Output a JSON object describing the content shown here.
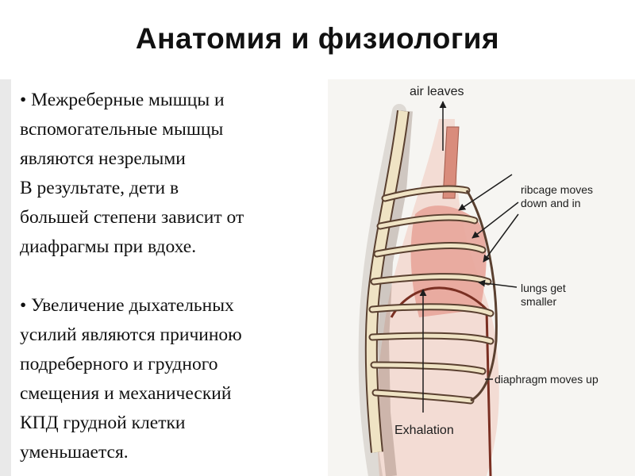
{
  "header": {
    "title": "Анатомия и физиология"
  },
  "content": {
    "paragraphs": [
      {
        "lines": [
          "• Межреберные мышцы и",
          "вспомогательные мышцы",
          "являются незрелыми",
          "В результате, дети в",
          "большей степени зависит от",
          "диафрагмы при вдохе."
        ]
      },
      {
        "lines": [
          "• Увеличение дыхательных",
          "усилий являются причиною",
          "подреберного и грудного",
          "смещения и механический",
          "КПД грудной клетки",
          "уменьшается."
        ]
      }
    ]
  },
  "figure": {
    "labels": {
      "air_leaves": "air leaves",
      "ribcage_line1": "ribcage moves",
      "ribcage_line2": "down and in",
      "lungs_line1": "lungs get",
      "lungs_line2": "smaller",
      "diaphragm": "diaphragm moves up",
      "caption": "Exhalation"
    },
    "colors": {
      "rib_fill": "#efe3c4",
      "rib_stroke": "#5a4030",
      "lung_fill": "#e8a59a",
      "diaphragm": "#7a2f22"
    }
  }
}
